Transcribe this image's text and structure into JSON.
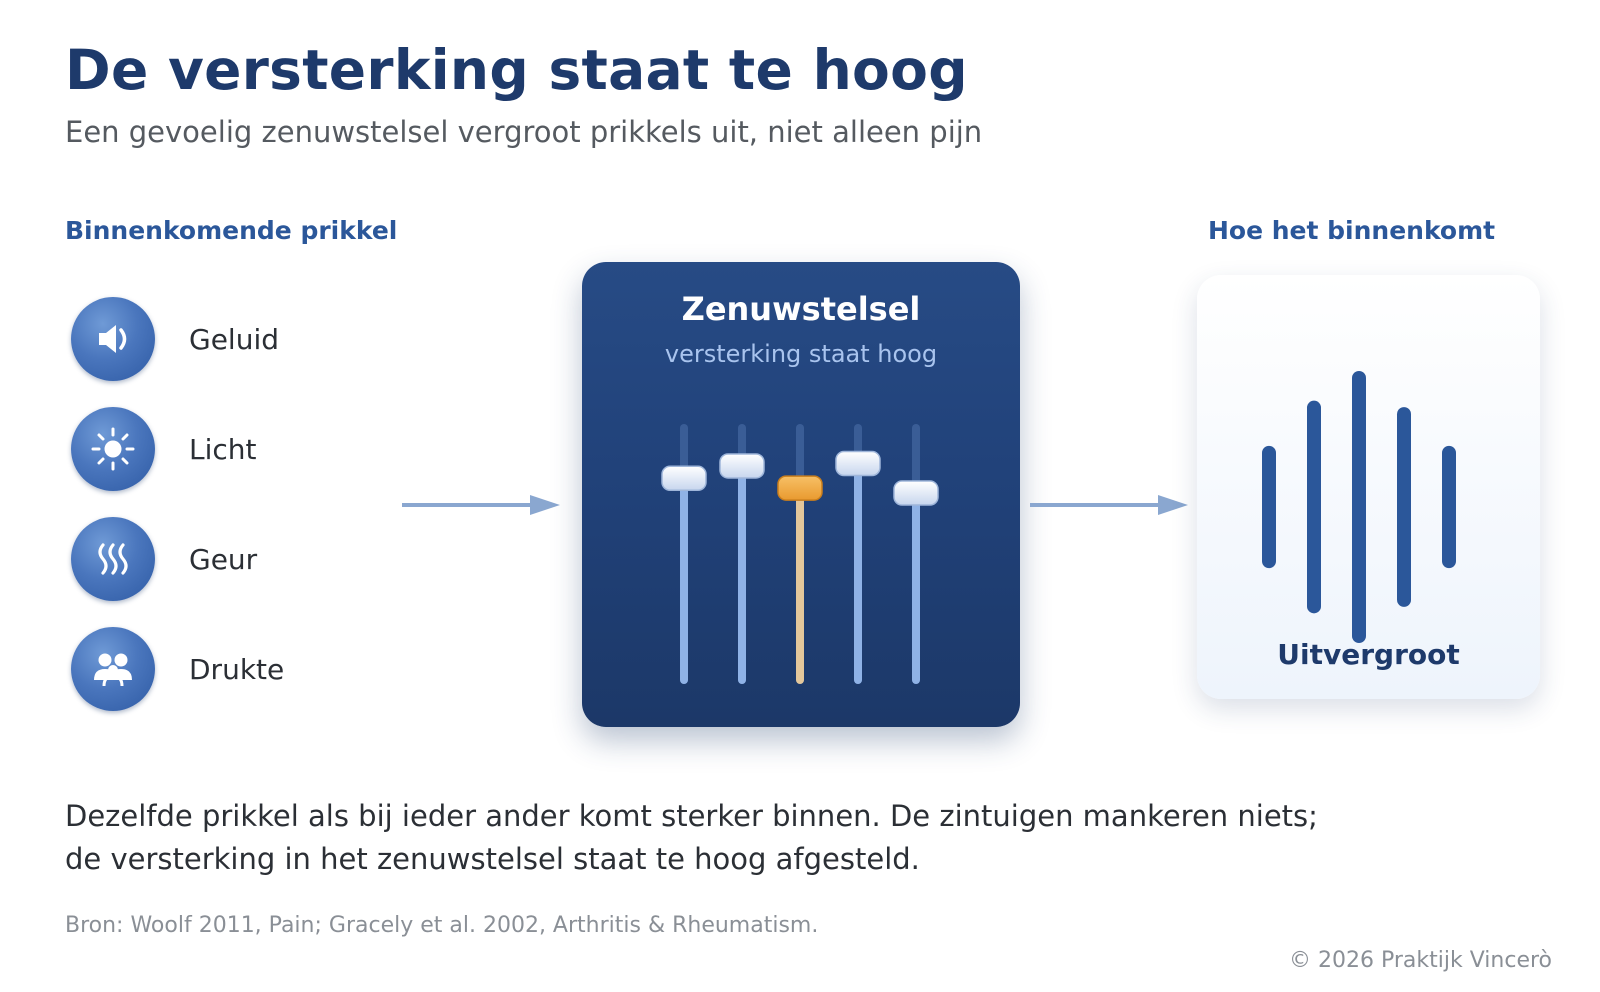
{
  "title": "De versterking staat te hoog",
  "subtitle": "Een gevoelig zenuwstelsel vergroot prikkels uit, niet alleen pijn",
  "input_column": {
    "heading": "Binnenkomende prikkel",
    "items": [
      {
        "label": "Geluid",
        "icon": "speaker-icon"
      },
      {
        "label": "Licht",
        "icon": "sun-icon"
      },
      {
        "label": "Geur",
        "icon": "scent-waves-icon"
      },
      {
        "label": "Drukte",
        "icon": "people-icon"
      }
    ]
  },
  "nervous_system": {
    "title": "Zenuwstelsel",
    "subtitle": "versterking staat hoog",
    "sliders": [
      {
        "level": 0.82,
        "highlighted": false
      },
      {
        "level": 0.87,
        "highlighted": false
      },
      {
        "level": 0.78,
        "highlighted": true
      },
      {
        "level": 0.88,
        "highlighted": false
      },
      {
        "level": 0.76,
        "highlighted": false
      }
    ]
  },
  "output_column": {
    "heading": "Hoe het binnenkomt",
    "label": "Uitvergroot",
    "bar_levels": [
      0.42,
      0.77,
      1.0,
      0.72,
      0.42
    ]
  },
  "body": {
    "line1": "Dezelfde prikkel als bij ieder ander komt sterker binnen. De zintuigen mankeren niets;",
    "line2": "de versterking in het zenuwstelsel staat te hoog afgesteld."
  },
  "source": "Bron: Woolf 2011, Pain; Gracely et al. 2002, Arthritis & Rheumatism.",
  "copyright": "© 2026 Praktijk Vincerò",
  "colors": {
    "navy": "#1e3a6b",
    "accent_blue": "#2b579a",
    "slider_track": "#8fb2e6",
    "slider_highlight": "#f2ad4a",
    "arrow": "#8aa7d0"
  }
}
